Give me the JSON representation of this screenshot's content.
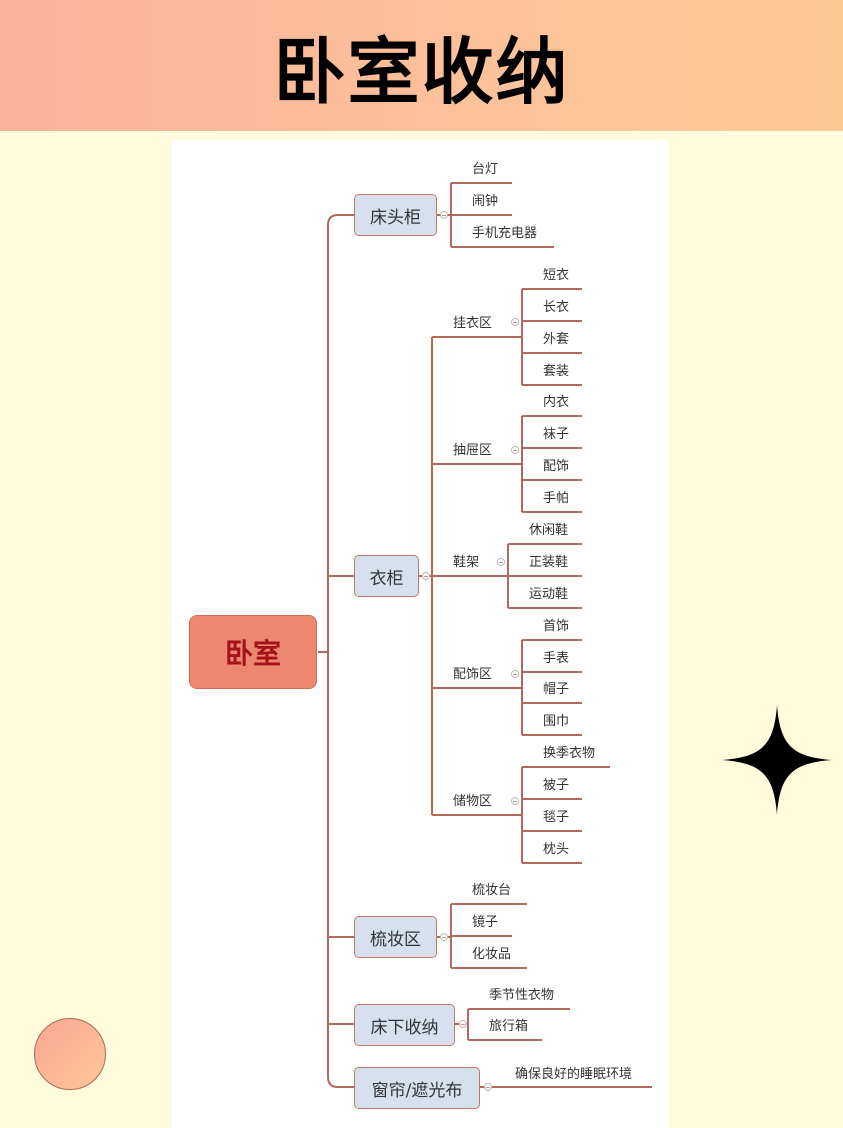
{
  "header": {
    "title": "卧室收纳"
  },
  "mindmap": {
    "root": "卧室",
    "branches": [
      {
        "label": "床头柜",
        "items": [
          "台灯",
          "闹钟",
          "手机充电器"
        ]
      },
      {
        "label": "衣柜",
        "groups": [
          {
            "label": "挂衣区",
            "items": [
              "短衣",
              "长衣",
              "外套",
              "套装"
            ]
          },
          {
            "label": "抽屉区",
            "items": [
              "内衣",
              "袜子",
              "配饰",
              "手帕"
            ]
          },
          {
            "label": "鞋架",
            "items": [
              "休闲鞋",
              "正装鞋",
              "运动鞋"
            ]
          },
          {
            "label": "配饰区",
            "items": [
              "首饰",
              "手表",
              "帽子",
              "围巾"
            ]
          },
          {
            "label": "储物区",
            "items": [
              "换季衣物",
              "被子",
              "毯子",
              "枕头"
            ]
          }
        ]
      },
      {
        "label": "梳妆区",
        "items": [
          "梳妆台",
          "镜子",
          "化妆品"
        ]
      },
      {
        "label": "床下收纳",
        "items": [
          "季节性衣物",
          "旅行箱"
        ]
      },
      {
        "label": "窗帘/遮光布",
        "items": [
          "确保良好的睡眠环境"
        ]
      }
    ]
  },
  "colors": {
    "line": "#b5695c",
    "root_fill": "#ee8770",
    "root_text": "#a4111a",
    "node_fill": "#d6e1ed"
  }
}
